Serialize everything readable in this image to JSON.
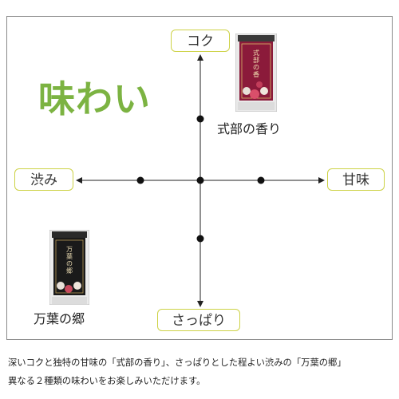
{
  "diagram": {
    "title": "味わい",
    "axes": {
      "top": "コク",
      "bottom": "さっぱり",
      "left": "渋み",
      "right": "甘味"
    },
    "products": [
      {
        "name": "式部の香り",
        "package_label": "式部の香"
      },
      {
        "name": "万葉の郷",
        "package_label": "万葉の郷"
      }
    ]
  },
  "caption": {
    "line1": "深いコクと独特の甘味の「式部の香り」、さっぱりとした程よい渋みの「万葉の郷」",
    "line2": "異なる２種類の味わいをお楽しみいただけます。"
  },
  "colors": {
    "title_green": "#7cb342",
    "label_border": "#cdd246",
    "package1_accent": "#8b1a3a",
    "package2_accent": "#1a1a1a"
  }
}
